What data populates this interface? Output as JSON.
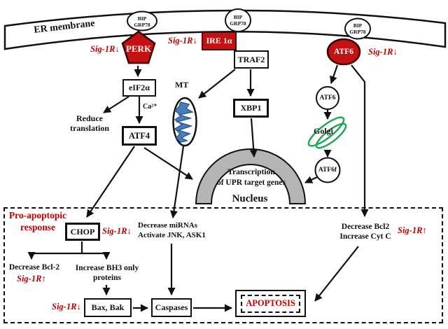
{
  "membrane": {
    "label": "ER membrane"
  },
  "bip": {
    "line1": "BIP",
    "line2": "GRP78"
  },
  "sig": {
    "down": "Sig-1R↓",
    "up": "Sig-1R↑"
  },
  "sensors": {
    "perk": "PERK",
    "ire1": "IRE 1α",
    "atf6": "ATF6"
  },
  "perk_path": {
    "eif2a": "eIF2α",
    "ca": "Ca²⁺",
    "reduce1": "Reduce",
    "reduce2": "translation",
    "atf4": "ATF4"
  },
  "ire1_path": {
    "mt": "MT",
    "traf2": "TRAF2",
    "xbp1": "XBP1"
  },
  "atf6_path": {
    "atf6_cleaving": "ATF6",
    "golgi": "Golgi",
    "atf6f": "ATF6f"
  },
  "nucleus": {
    "line1": "Transcription",
    "line2": "of UPR target genes",
    "label": "Nucleus"
  },
  "pro_apoptotic": {
    "title1": "Pro-apoptopic",
    "title2": "response",
    "chop": "CHOP",
    "dec_bcl2": "Decrease Bcl-2",
    "bh3_1": "Increase BH3 only",
    "bh3_2": "proteins",
    "mirna1": "Decrease miRNAs",
    "mirna2": "Activate JNK, ASK1",
    "bax_bak": "Bax, Bak",
    "caspases": "Caspases",
    "bcl2cyt1": "Decrease Bcl2",
    "bcl2cyt2": "Increase Cyt C",
    "apoptosis": "APOPTOSIS"
  },
  "colors": {
    "sensor_red": "#c41111",
    "sensor_border": "#5a0000",
    "accent_red_text": "#c00000",
    "nucleus_gray": "#b5b5b5",
    "golgi_green": "#1fa855",
    "mito_blue": "#4a7ebb"
  }
}
